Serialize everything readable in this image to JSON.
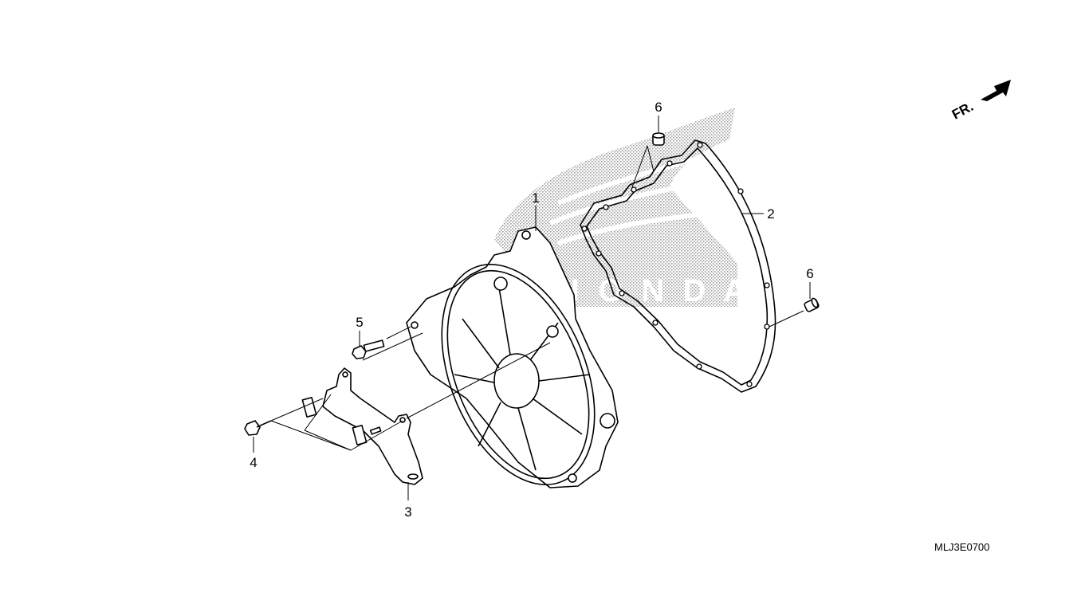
{
  "diagram": {
    "title_code": "MLJ3E0700",
    "direction_indicator": "FR.",
    "watermark": "HONDA",
    "callouts": [
      {
        "id": "1",
        "part": "cover"
      },
      {
        "id": "2",
        "part": "gasket"
      },
      {
        "id": "3",
        "part": "bracket"
      },
      {
        "id": "4",
        "part": "bolt"
      },
      {
        "id": "5",
        "part": "bolt"
      },
      {
        "id": "6",
        "part": "dowel-pin-upper"
      },
      {
        "id": "6",
        "part": "dowel-pin-right"
      }
    ]
  }
}
